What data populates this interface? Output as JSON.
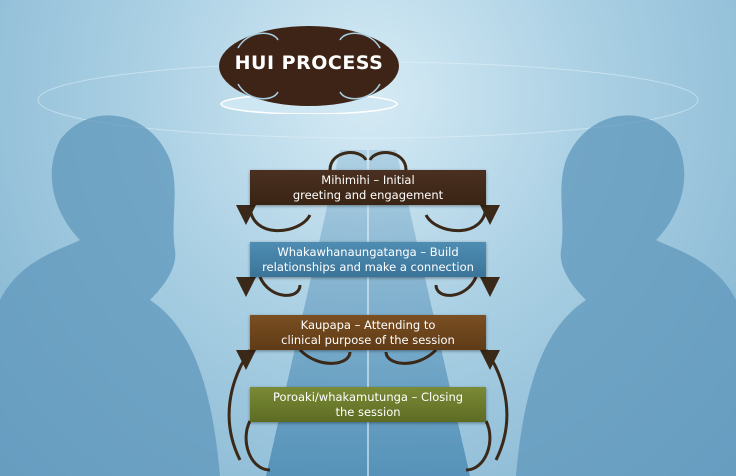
{
  "title": "HUI PROCESS",
  "steps": [
    {
      "line1": "Mihimihi – Initial",
      "line2": "greeting and engagement",
      "color": "#3f2818"
    },
    {
      "line1": "Whakawhanaungatanga – Build",
      "line2": "relationships and make a connection",
      "color": "#4582a8"
    },
    {
      "line1": "Kaupapa – Attending to",
      "line2": "clinical purpose of the session",
      "color": "#6b441b"
    },
    {
      "line1": "Poroaki/whakamutunga – Closing",
      "line2": "the session",
      "color": "#6b7b2c"
    }
  ]
}
